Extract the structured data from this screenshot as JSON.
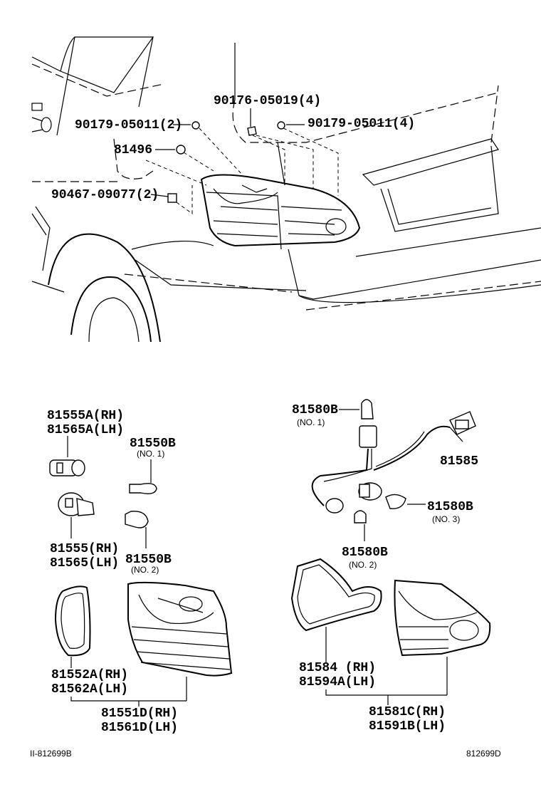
{
  "top_callouts": {
    "clip_right": "90176-05019(4)",
    "nut_left": "90179-05011(2)",
    "nut_right": "90179-05011(4)",
    "bracket": "81496",
    "clip_left": "90467-09077(2)"
  },
  "parts": {
    "socket_rh": "81555A(RH)",
    "socket_lh": "81565A(LH)",
    "bulb1_num": "81550B",
    "bulb1_note": "(NO. 1)",
    "socket2_rh": "81555(RH)",
    "socket2_lh": "81565(LH)",
    "bulb2_num": "81550B",
    "bulb2_note": "(NO. 2)",
    "gasket_rh": "81552A(RH)",
    "gasket_lh": "81562A(LH)",
    "lamp_rh": "81551D(RH)",
    "lamp_lh": "81561D(LH)",
    "wbulb1_num": "81580B",
    "wbulb1_note": "(NO. 1)",
    "wire": "81585",
    "wbulb3_num": "81580B",
    "wbulb3_note": "(NO. 3)",
    "wbulb2_num": "81580B",
    "wbulb2_note": "(NO. 2)",
    "gasket2_rh": "81584 (RH)",
    "gasket2_lh": "81594A(LH)",
    "inner_rh": "81581C(RH)",
    "inner_lh": "81591B(LH)"
  },
  "footer": {
    "left_code": "II-812699B",
    "right_code": "812699D"
  }
}
